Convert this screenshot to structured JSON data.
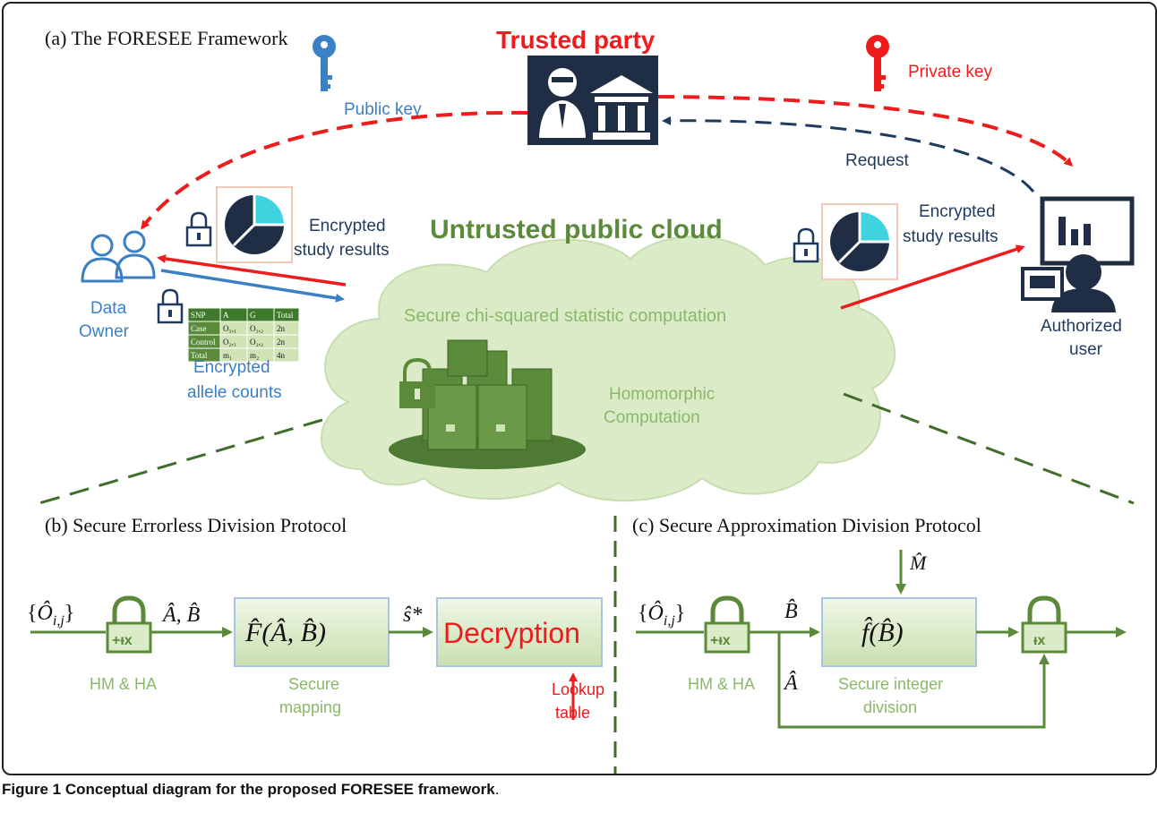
{
  "panels": {
    "a_title": "(a) The FORESEE Framework",
    "b_title": "(b) Secure Errorless Division Protocol",
    "c_title": "(c) Secure Approximation Division Protocol"
  },
  "actors": {
    "trusted_party": "Trusted party",
    "data_owner_line1": "Data",
    "data_owner_line2": "Owner",
    "auth_user_line1": "Authorized",
    "auth_user_line2": "user"
  },
  "keys": {
    "public_key": "Public key",
    "private_key": "Private key",
    "request": "Request"
  },
  "cloud": {
    "title": "Untrusted public cloud",
    "secure_computation": "Secure chi-squared statistic computation",
    "homomorphic_line1": "Homomorphic",
    "homomorphic_line2": "Computation"
  },
  "labels": {
    "enc_results_left_line1": "Encrypted",
    "enc_results_left_line2": "study results",
    "enc_results_right_line1": "Encrypted",
    "enc_results_right_line2": "study results",
    "enc_allele_line1": "Encrypted",
    "enc_allele_line2": "allele counts"
  },
  "allele_table": {
    "header": [
      "SNP",
      "A",
      "G",
      "Total"
    ],
    "rows": [
      [
        "Case",
        "O₁,₁",
        "O₁,₂",
        "2n"
      ],
      [
        "Control",
        "O₂,₁",
        "O₂,₂",
        "2n"
      ],
      [
        "Total",
        "m₁",
        "m₂",
        "4n"
      ]
    ]
  },
  "protocol_b": {
    "input": "{Ô i,j}",
    "ab": "Â, B̂",
    "mapping_func": "F̂(Â, B̂)",
    "s_star": "ŝ*",
    "decryption": "Decryption",
    "hm_ha": "HM & HA",
    "secure_line1": "Secure",
    "secure_line2": "mapping",
    "lookup_line1": "Lookup",
    "lookup_line2": "table"
  },
  "protocol_c": {
    "input": "{Ô i,j}",
    "b_hat": "B̂",
    "a_hat": "Â",
    "m_hat": "M̂",
    "func": "f̂(B̂)",
    "hm_ha": "HM & HA",
    "sid_line1": "Secure integer",
    "sid_line2": "division"
  },
  "caption": {
    "bold": "Figure 1 Conceptual diagram for the proposed FORESEE framework",
    "end": "."
  },
  "colors": {
    "red": "#ee1c1c",
    "blue": "#3b7fc4",
    "navy": "#1f3a5f",
    "green": "#5a8a3a",
    "light_green": "#9cc27a",
    "cloud": "#dcebc7",
    "box_fill": "#e4f0d6"
  }
}
